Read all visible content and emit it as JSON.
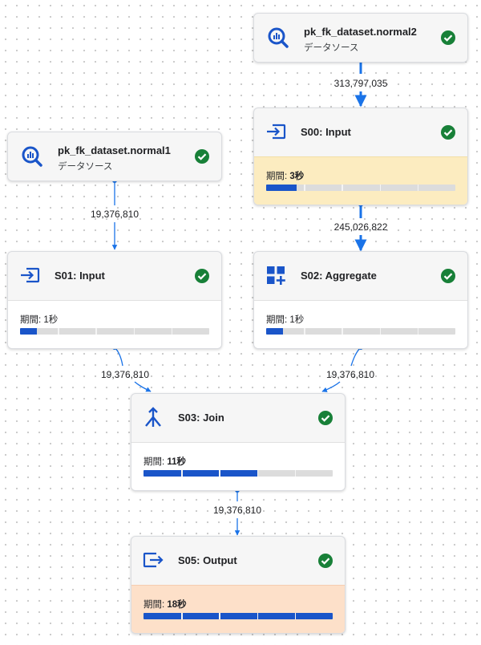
{
  "datasources": [
    {
      "id": "ds2",
      "name": "pk_fk_dataset.normal2",
      "subtitle": "データソース"
    },
    {
      "id": "ds1",
      "name": "pk_fk_dataset.normal1",
      "subtitle": "データソース"
    }
  ],
  "stages": [
    {
      "id": "s00",
      "name": "S00: Input",
      "duration_label": "期間: ",
      "duration_value": "3秒",
      "progress": 0.16,
      "highlight": "yellow"
    },
    {
      "id": "s01",
      "name": "S01: Input",
      "duration_label": "期間: ",
      "duration_value": "1秒",
      "progress": 0.09,
      "highlight": "none"
    },
    {
      "id": "s02",
      "name": "S02: Aggregate",
      "duration_label": "期間: ",
      "duration_value": "1秒",
      "progress": 0.09,
      "highlight": "none"
    },
    {
      "id": "s03",
      "name": "S03: Join",
      "duration_label": "期間: ",
      "duration_value": "11秒",
      "progress": 0.6,
      "highlight": "none"
    },
    {
      "id": "s05",
      "name": "S05: Output",
      "duration_label": "期間: ",
      "duration_value": "18秒",
      "progress": 1.0,
      "highlight": "orange"
    }
  ],
  "edges": [
    {
      "from": "ds2",
      "to": "s00",
      "label": "313,797,035"
    },
    {
      "from": "s00",
      "to": "s02",
      "label": "245,026,822"
    },
    {
      "from": "ds1",
      "to": "s01",
      "label": "19,376,810"
    },
    {
      "from": "s01",
      "to": "s03",
      "label": "19,376,810"
    },
    {
      "from": "s02",
      "to": "s03",
      "label": "19,376,810"
    },
    {
      "from": "s03",
      "to": "s05",
      "label": "19,376,810"
    }
  ],
  "colors": {
    "accent": "#1a55c9",
    "edge": "#1a73e8",
    "success": "#188038",
    "yellow": "#fcecc0",
    "orange": "#fde0c9"
  },
  "icons": {
    "datasource": "bigquery-icon",
    "input": "input-icon",
    "aggregate": "aggregate-icon",
    "join": "join-icon",
    "output": "output-icon",
    "status": "check-circle-icon"
  }
}
